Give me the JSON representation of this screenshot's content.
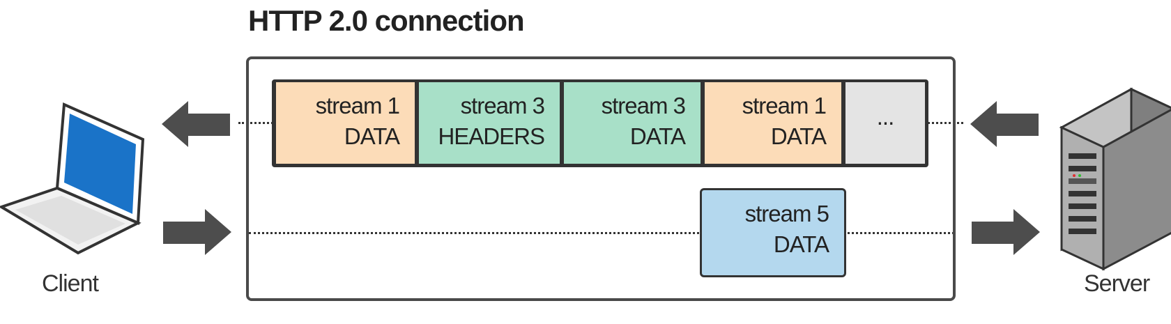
{
  "title": "HTTP 2.0 connection",
  "client_label": "Client",
  "server_label": "Server",
  "top_row": [
    {
      "stream": "stream 1",
      "type": "DATA",
      "kind": "s1"
    },
    {
      "stream": "stream 3",
      "type": "HEADERS",
      "kind": "s3"
    },
    {
      "stream": "stream 3",
      "type": "DATA",
      "kind": "s3"
    },
    {
      "stream": "stream 1",
      "type": "DATA",
      "kind": "s1"
    },
    {
      "stream": "...",
      "type": "",
      "kind": "more"
    }
  ],
  "bottom_row": [
    {
      "stream": "stream 5",
      "type": "DATA",
      "kind": "s5"
    }
  ],
  "colors": {
    "stream1": "#fcdcb8",
    "stream3": "#a8e0c8",
    "stream5": "#b4d8ee",
    "more": "#e4e4e4",
    "laptop_screen": "#1a73c8"
  },
  "icons": {
    "client": "laptop-icon",
    "server": "server-tower-icon"
  }
}
